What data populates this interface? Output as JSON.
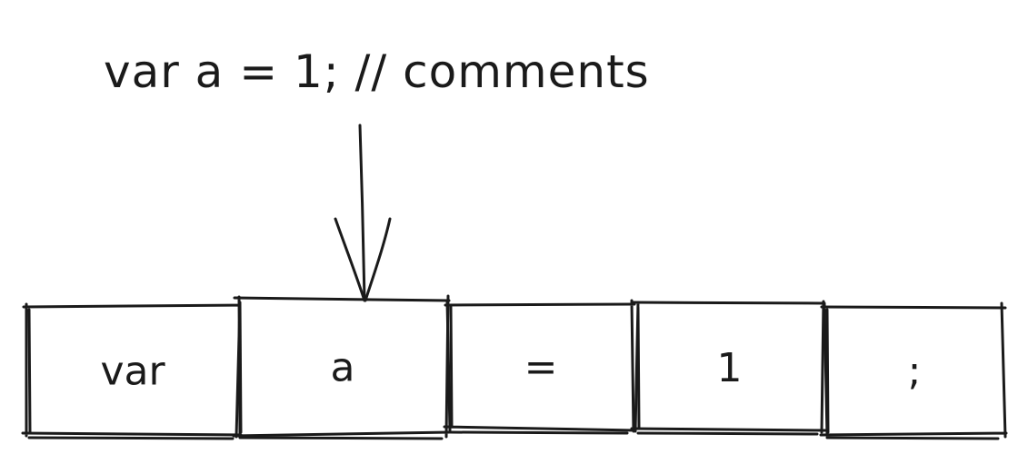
{
  "source_line": "var a = 1; // comments",
  "tokens": [
    {
      "label": "var"
    },
    {
      "label": "a"
    },
    {
      "label": "="
    },
    {
      "label": "1"
    },
    {
      "label": ";"
    }
  ],
  "ink_color": "#1a1a1a",
  "background_color": "#ffffff",
  "pointer": {
    "target_token_index": 1
  }
}
